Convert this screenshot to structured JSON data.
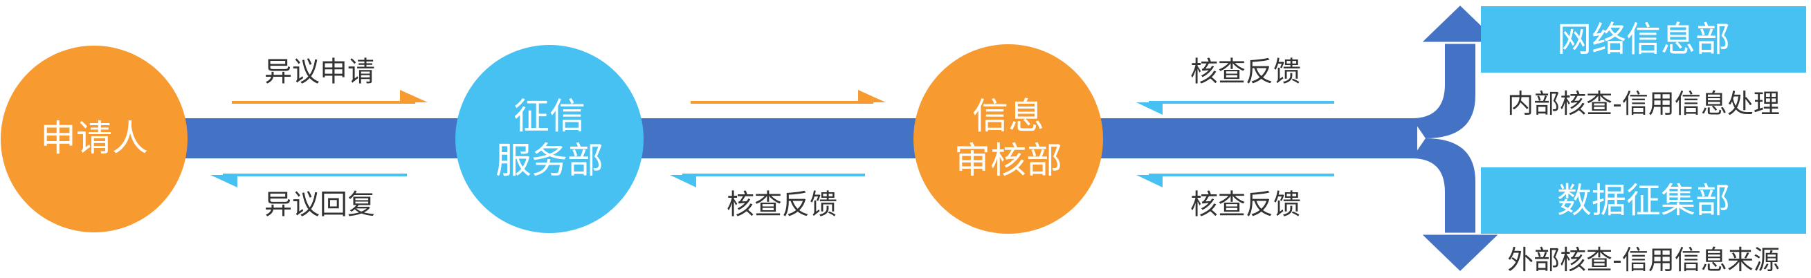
{
  "colors": {
    "main_line": "#4472c4",
    "orange": "#f79a2f",
    "blue": "#47c1f2",
    "text_dark": "#333333",
    "white": "#ffffff"
  },
  "nodes": {
    "applicant": "申请人",
    "credit_service_line1": "征信",
    "credit_service_line2": "服务部",
    "info_review_line1": "信息",
    "info_review_line2": "审核部"
  },
  "labels": {
    "objection_apply": "异议申请",
    "objection_reply": "异议回复",
    "feedback_mid": "核查反馈",
    "feedback_right_top": "核查反馈",
    "feedback_right_bottom": "核查反馈"
  },
  "departments": {
    "network": {
      "title": "网络信息部",
      "desc": "内部核查-信用信息处理"
    },
    "data": {
      "title": "数据征集部",
      "desc": "外部核查-信用信息来源"
    }
  }
}
